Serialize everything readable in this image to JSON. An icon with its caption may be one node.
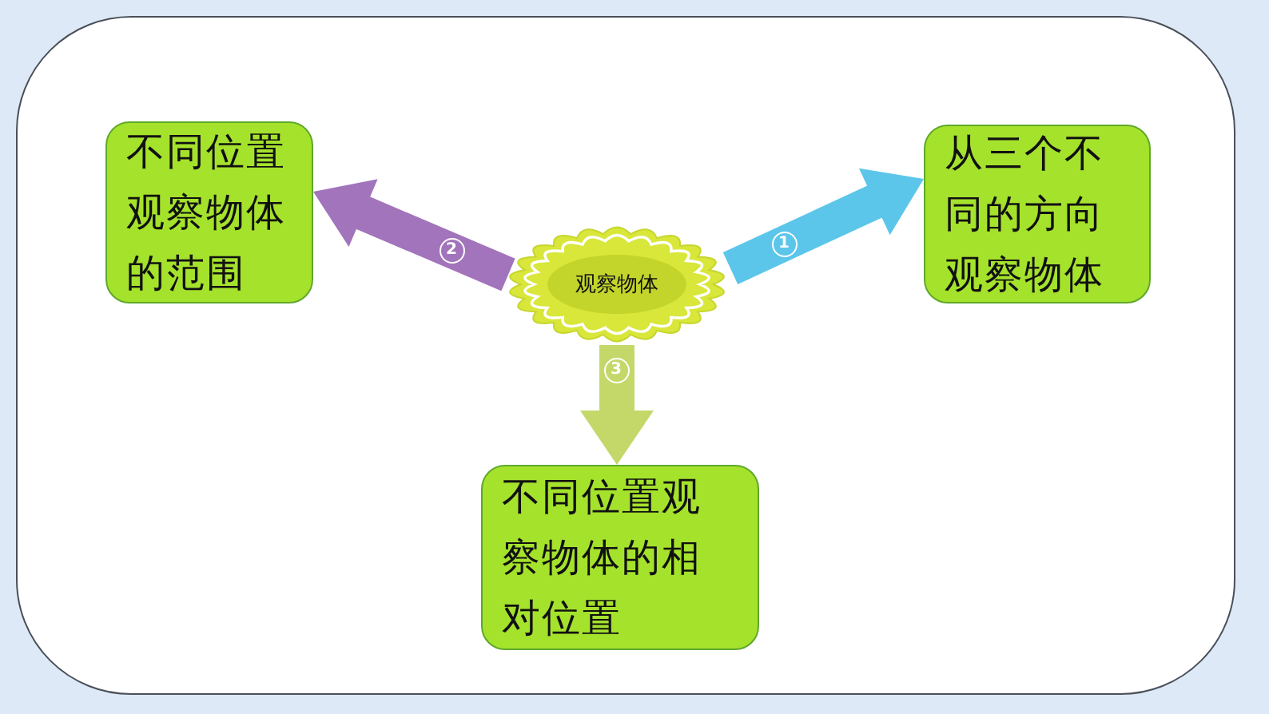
{
  "diagram": {
    "nodes": [
      {
        "text": [
          "观察物体"
        ]
      },
      {
        "text": [
          "不同位置观察物体的范围"
        ]
      },
      {
        "text": [
          "从三个不同的方向观察物体"
        ]
      },
      {
        "text": [
          "不同位置观察物体的相对位置"
        ]
      }
    ],
    "edges": [
      {
        "from": 0,
        "to": 2,
        "arrow": "to",
        "label": "1",
        "color": "#5cc6ea"
      },
      {
        "from": 0,
        "to": 1,
        "arrow": "to",
        "label": "2",
        "color": "#a274bc"
      },
      {
        "from": 0,
        "to": 3,
        "arrow": "to",
        "label": "3",
        "color": "#c4d86a"
      }
    ]
  }
}
